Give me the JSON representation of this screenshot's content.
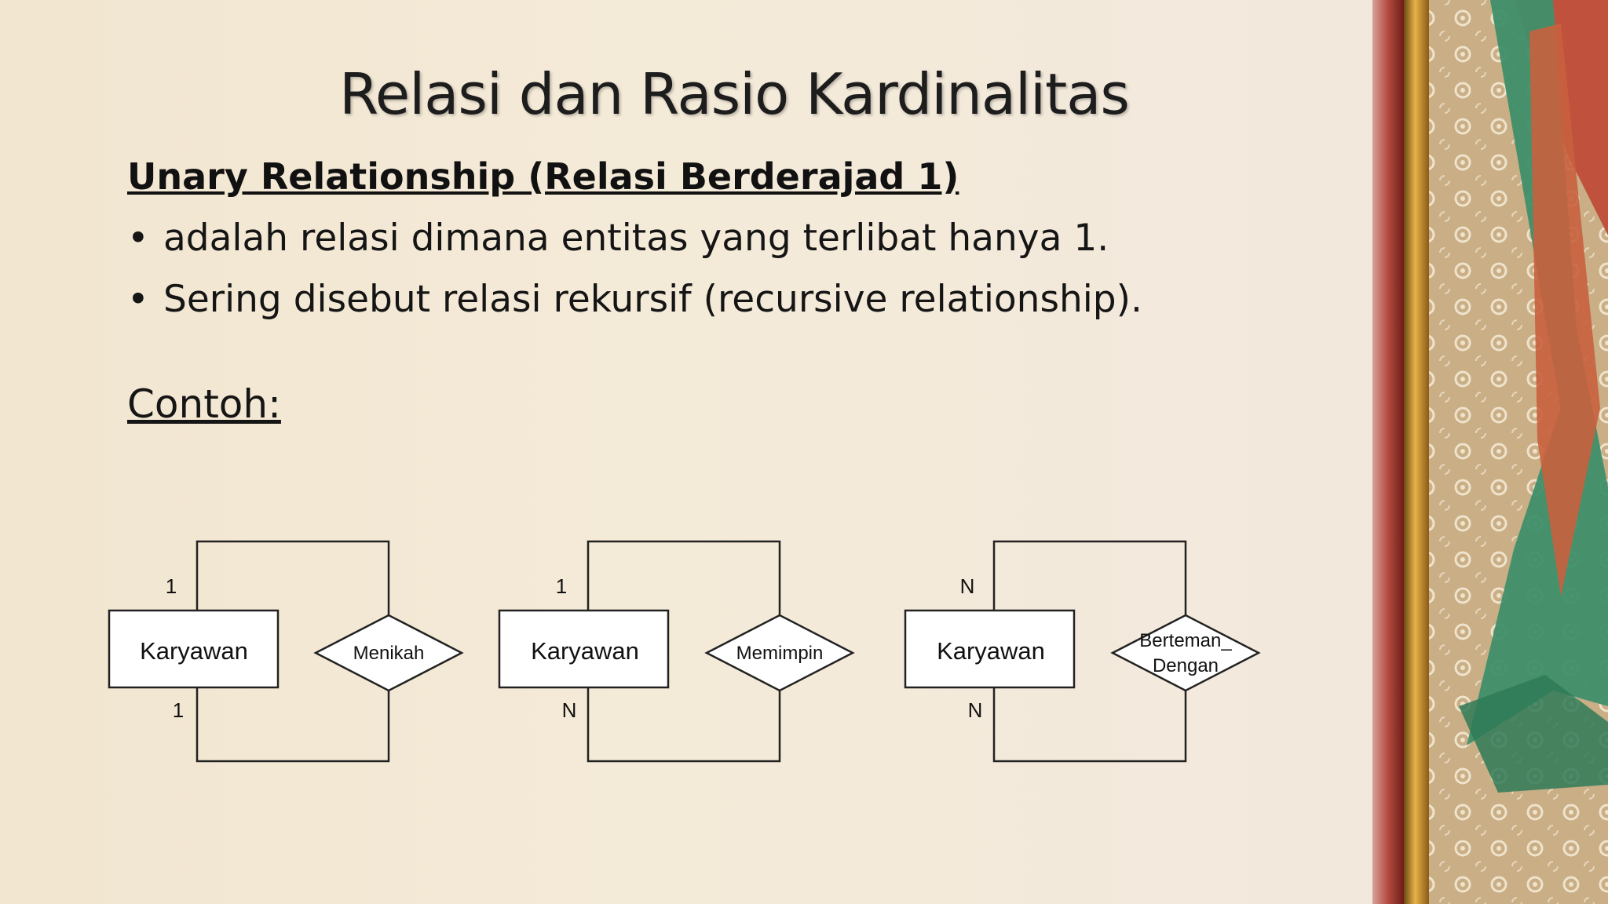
{
  "slide": {
    "title": "Relasi dan Rasio Kardinalitas",
    "subtitle": "Unary Relationship (Relasi Berderajad 1)",
    "bullets": [
      "adalah relasi dimana entitas yang terlibat hanya 1.",
      "Sering disebut relasi rekursif (recursive relationship)."
    ],
    "example_label": "Contoh:"
  },
  "diagrams": [
    {
      "entity": "Karyawan",
      "relationship": "Menikah",
      "top_card": "1",
      "bottom_card": "1"
    },
    {
      "entity": "Karyawan",
      "relationship": "Memimpin",
      "top_card": "1",
      "bottom_card": "N"
    },
    {
      "entity": "Karyawan",
      "relationship_lines": [
        "Berteman_",
        "Dengan"
      ],
      "top_card": "N",
      "bottom_card": "N"
    }
  ],
  "colors": {
    "background": "#f3e8d6",
    "text": "#151515",
    "line": "#222222"
  }
}
